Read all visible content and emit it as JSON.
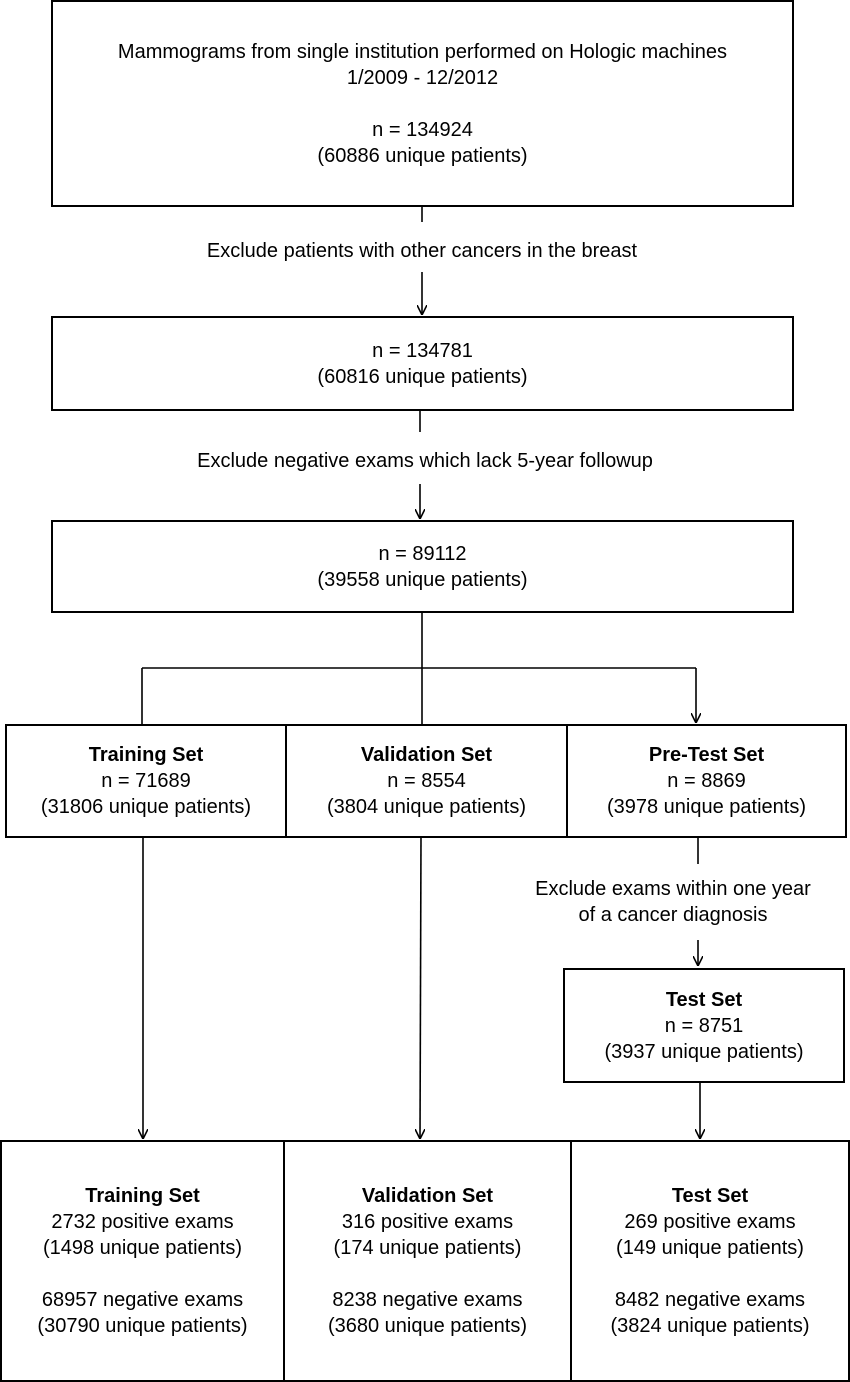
{
  "top": {
    "line1": "Mammograms from single institution performed on Hologic machines",
    "line2": "1/2009 - 12/2012",
    "n": "n = 134924",
    "patients": "(60886 unique patients)"
  },
  "exclusion1": "Exclude patients with other cancers in the breast",
  "step2": {
    "n": "n = 134781",
    "patients": "(60816 unique patients)"
  },
  "exclusion2": "Exclude negative exams which lack 5-year followup",
  "step3": {
    "n": "n = 89112",
    "patients": "(39558 unique patients)"
  },
  "splits": {
    "training": {
      "title": "Training Set",
      "n": "n = 71689",
      "patients": "(31806 unique patients)"
    },
    "validation": {
      "title": "Validation Set",
      "n": "n = 8554",
      "patients": "(3804 unique patients)"
    },
    "pretest": {
      "title": "Pre-Test Set",
      "n": "n = 8869",
      "patients": "(3978 unique patients)"
    }
  },
  "exclusion3": {
    "line1": "Exclude exams within one year",
    "line2": "of a cancer diagnosis"
  },
  "test": {
    "title": "Test Set",
    "n": "n = 8751",
    "patients": "(3937 unique patients)"
  },
  "final": {
    "training": {
      "title": "Training Set",
      "pos": "2732 positive exams",
      "pos_patients": "(1498 unique patients)",
      "neg": "68957 negative exams",
      "neg_patients": "(30790 unique patients)"
    },
    "validation": {
      "title": "Validation Set",
      "pos": "316 positive exams",
      "pos_patients": "(174 unique patients)",
      "neg": "8238 negative exams",
      "neg_patients": "(3680 unique patients)"
    },
    "test": {
      "title": "Test Set",
      "pos": "269 positive exams",
      "pos_patients": "(149 unique patients)",
      "neg": "8482 negative exams",
      "neg_patients": "(3824 unique patients)"
    }
  }
}
